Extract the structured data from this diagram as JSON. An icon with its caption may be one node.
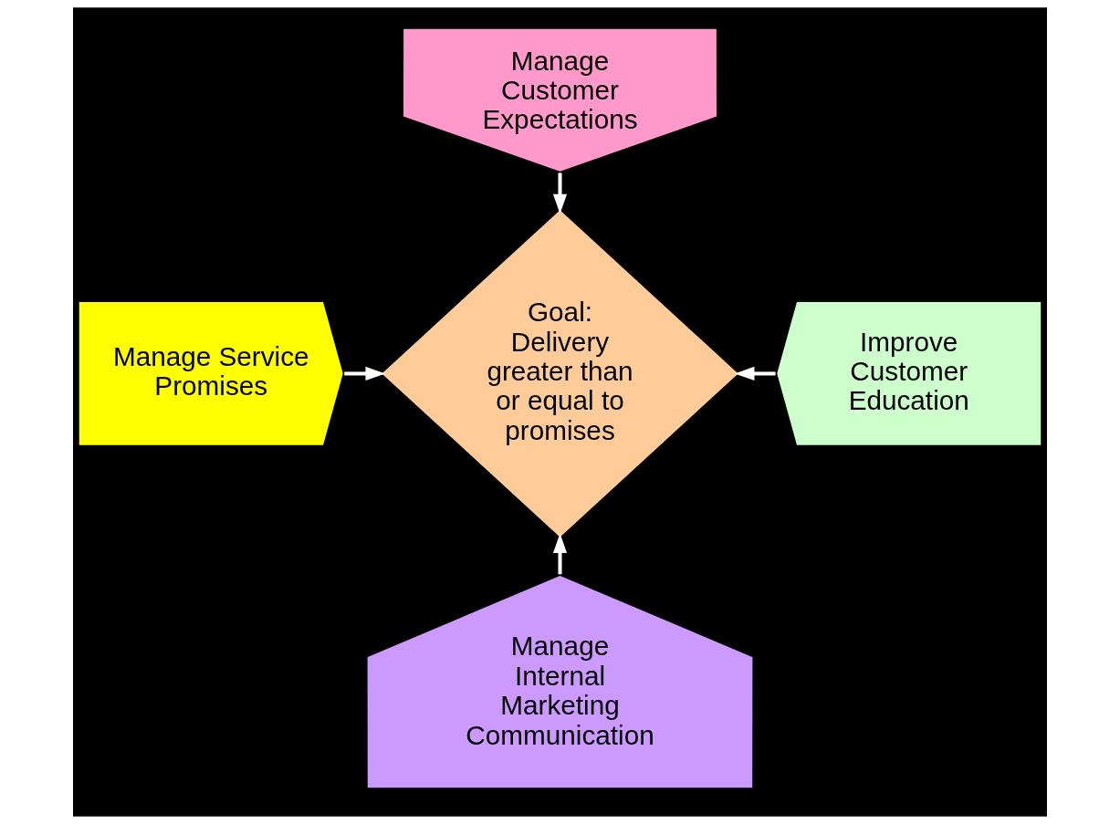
{
  "diagram": {
    "nodes": [
      {
        "text": [
          "Manage Customer Expectations"
        ]
      },
      {
        "text": [
          "Manage Service Promises"
        ]
      },
      {
        "text": [
          "Goal: Delivery greater than or equal to promises"
        ]
      },
      {
        "text": [
          "Improve Customer Education"
        ]
      },
      {
        "text": [
          "Manage Internal Marketing Communication"
        ]
      }
    ],
    "edges": [
      {
        "from": 0,
        "to": 2,
        "arrow": "to"
      },
      {
        "from": 1,
        "to": 2,
        "arrow": "to"
      },
      {
        "from": 3,
        "to": 2,
        "arrow": "to"
      },
      {
        "from": 4,
        "to": 2,
        "arrow": "to"
      }
    ]
  }
}
